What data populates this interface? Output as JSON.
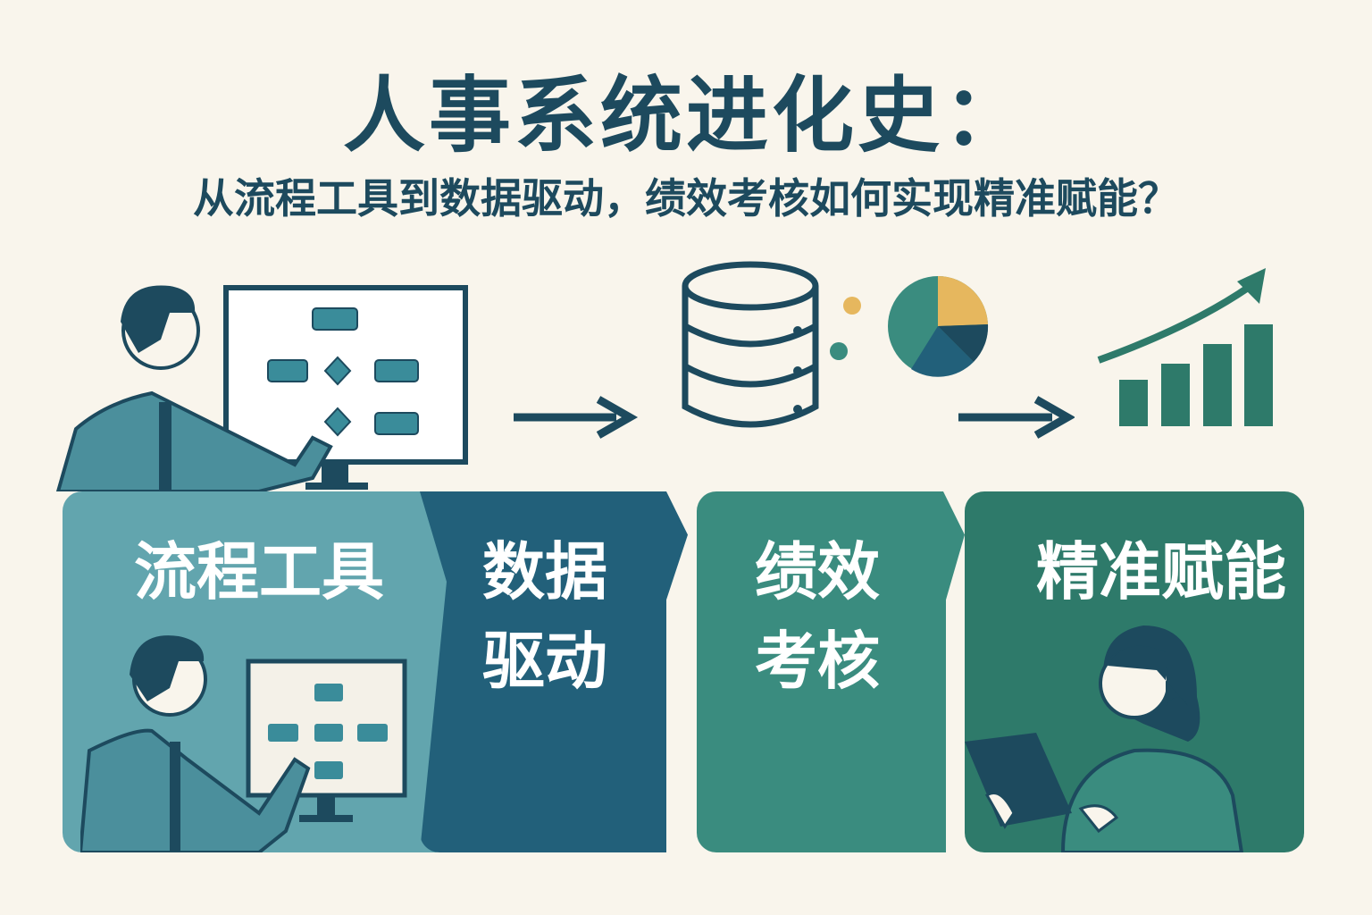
{
  "title": "人事系统进化史：",
  "subtitle": "从流程工具到数据驱动，绩效考核如何实现精准赋能？",
  "stages": [
    {
      "label": "流程工具",
      "color": "#62a5ae"
    },
    {
      "label": "数据\n驱动",
      "line1": "数据",
      "line2": "驱动",
      "color": "#22607a"
    },
    {
      "label": "绩效\n考核",
      "line1": "绩效",
      "line2": "考核",
      "color": "#3a8c7f"
    },
    {
      "label": "精准赋能",
      "color": "#2e7a6a"
    }
  ],
  "colors": {
    "background": "#f9f5ec",
    "text": "#1d4a5e",
    "pie_accent": "#e6b75e"
  }
}
